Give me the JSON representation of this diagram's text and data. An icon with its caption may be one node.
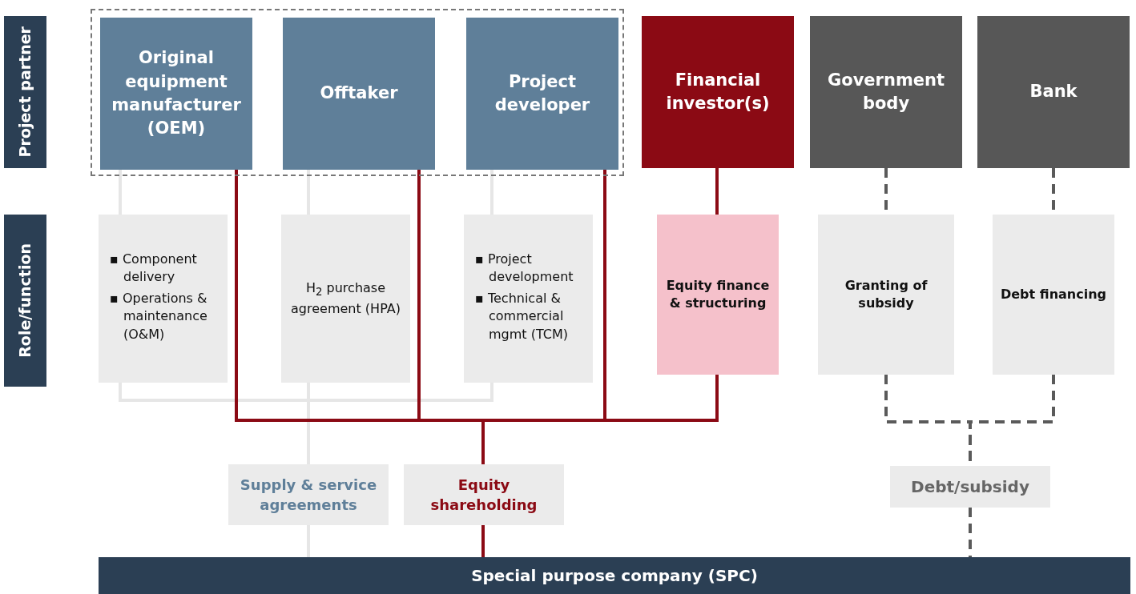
{
  "diagram": {
    "nodes": [
      {
        "text": [
          "Project partner"
        ]
      },
      {
        "text": [
          "Role/function"
        ]
      },
      {
        "text": [],
        "shape": "box"
      },
      {
        "text": [
          "Original equipment manufacturer (OEM)"
        ],
        "in": 2
      },
      {
        "text": [
          "Offtaker"
        ],
        "in": 2
      },
      {
        "text": [
          "Project developer"
        ],
        "in": 2
      },
      {
        "text": [
          "Financial investor(s)"
        ]
      },
      {
        "text": [
          "Government body"
        ]
      },
      {
        "text": [
          "Bank"
        ]
      },
      {
        "text": [
          "▪ Component delivery",
          "▪ Operations & maintenance (O&M)"
        ]
      },
      {
        "text": [
          "H$_{2}$ purchase agreement (HPA)"
        ]
      },
      {
        "text": [
          "▪ Project development",
          "▪ Technical & commercial mgmt (TCM)"
        ]
      },
      {
        "text": [
          "Equity finance & structuring"
        ]
      },
      {
        "text": [
          "Granting of subsidy"
        ]
      },
      {
        "text": [
          "Debt financing"
        ]
      },
      {
        "text": [
          "Supply & service agreements"
        ]
      },
      {
        "text": [
          "Equity shareholding"
        ]
      },
      {
        "text": [
          "Debt/subsidy"
        ]
      },
      {
        "text": [
          "Special purpose company (SPC)"
        ]
      }
    ],
    "edges": [
      {
        "from": 3,
        "to": 9,
        "arrow": "none",
        "color": "#e6e6e6"
      },
      {
        "from": 4,
        "to": 10,
        "arrow": "none",
        "color": "#e6e6e6"
      },
      {
        "from": 5,
        "to": 11,
        "arrow": "none",
        "color": "#e6e6e6"
      },
      {
        "from": 9,
        "to": 15,
        "arrow": "none",
        "color": "#e6e6e6"
      },
      {
        "from": 10,
        "to": 15,
        "arrow": "none",
        "color": "#e6e6e6"
      },
      {
        "from": 11,
        "to": 15,
        "arrow": "none",
        "color": "#e6e6e6"
      },
      {
        "from": 15,
        "to": 18,
        "arrow": "none",
        "color": "#e6e6e6"
      },
      {
        "from": 3,
        "to": 16,
        "arrow": "none",
        "color": "#8b0a14"
      },
      {
        "from": 4,
        "to": 16,
        "arrow": "none",
        "color": "#8b0a14"
      },
      {
        "from": 5,
        "to": 16,
        "arrow": "none",
        "color": "#8b0a14"
      },
      {
        "from": 6,
        "to": 12,
        "arrow": "none",
        "color": "#8b0a14"
      },
      {
        "from": 12,
        "to": 16,
        "arrow": "none",
        "color": "#8b0a14"
      },
      {
        "from": 16,
        "to": 18,
        "arrow": "none",
        "color": "#8b0a14"
      },
      {
        "from": 7,
        "to": 13,
        "arrow": "none",
        "style": "dashed",
        "color": "#5a5a5a"
      },
      {
        "from": 8,
        "to": 14,
        "arrow": "none",
        "style": "dashed",
        "color": "#5a5a5a"
      },
      {
        "from": 13,
        "to": 17,
        "arrow": "none",
        "style": "dashed",
        "color": "#5a5a5a"
      },
      {
        "from": 14,
        "to": 17,
        "arrow": "none",
        "style": "dashed",
        "color": "#5a5a5a"
      },
      {
        "from": 17,
        "to": 18,
        "arrow": "none",
        "style": "dashed",
        "color": "#5a5a5a"
      }
    ]
  }
}
